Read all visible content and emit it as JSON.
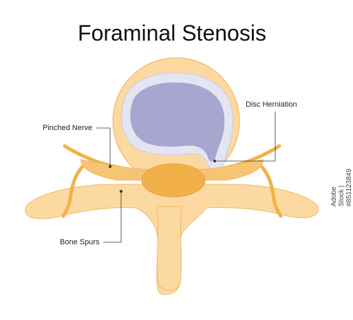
{
  "title": "Foraminal Stenosis",
  "labels": {
    "disc_herniation": "Disc Herniation",
    "pinched_nerve": "Pinched Nerve",
    "bone_spurs": "Bone Spurs"
  },
  "watermark_id": "Adobe Stock | #851123849",
  "colors": {
    "bone": "#fcd9a0",
    "bone_stroke": "#efb868",
    "nerve": "#f2b148",
    "disc_outer": "#e4e5f3",
    "disc_inner": "#a6a6cf",
    "title_text": "#111111"
  }
}
